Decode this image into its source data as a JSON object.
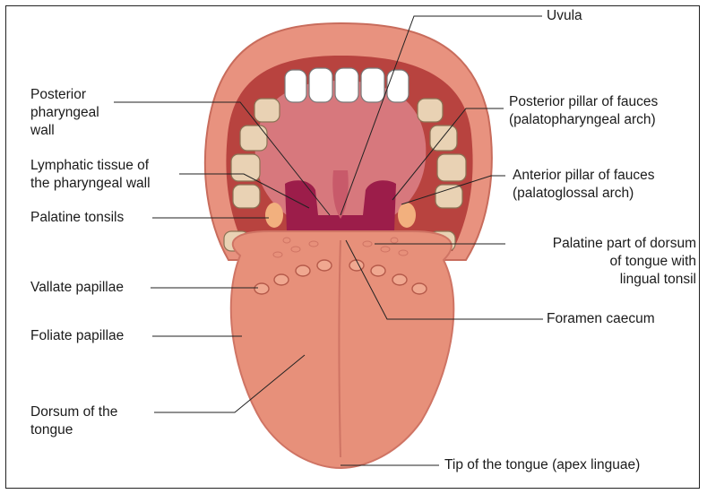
{
  "figure": {
    "labels_left": [
      {
        "lines": [
          "Posterior",
          "pharyngeal",
          "wall"
        ]
      },
      {
        "lines": [
          "Lymphatic tissue of",
          "the pharyngeal wall"
        ]
      },
      {
        "lines": [
          "Palatine tonsils"
        ]
      },
      {
        "lines": [
          "Vallate papillae"
        ]
      },
      {
        "lines": [
          "Foliate papillae"
        ]
      },
      {
        "lines": [
          "Dorsum of the",
          "tongue"
        ]
      }
    ],
    "labels_right": [
      {
        "lines": [
          "Uvula"
        ]
      },
      {
        "lines": [
          "Posterior pillar of fauces",
          "(palatopharyngeal arch)"
        ]
      },
      {
        "lines": [
          "Anterior pillar of fauces",
          "(palatoglossal arch)"
        ]
      },
      {
        "lines": [
          "Palatine part of dorsum",
          "of tongue with",
          "lingual tonsil"
        ]
      },
      {
        "lines": [
          "Foramen caecum"
        ]
      },
      {
        "lines": [
          "Tip of the tongue (apex linguae)"
        ]
      }
    ]
  },
  "colors": {
    "lip": "#e8927f",
    "lip_dark": "#c86c5c",
    "mouth_inner": "#b8433f",
    "palate": "#d7787d",
    "pharynx": "#9c1d4a",
    "teeth": "#ffffff",
    "gum_teeth": "#e9d2b4",
    "tongue": "#e7907a",
    "tongue_dark": "#cf7464",
    "leader": "#222222"
  }
}
